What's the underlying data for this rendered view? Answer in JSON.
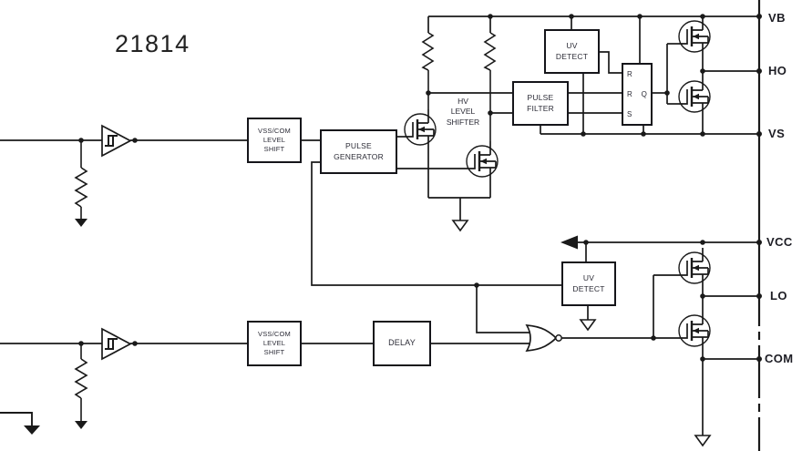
{
  "part_number": "21814",
  "colors": {
    "wire": "#1a1a1a",
    "text": "#2b2b36",
    "border": "#15151a",
    "background": "#ffffff"
  },
  "blocks": {
    "vss_com_top": "VSS/COM\nLEVEL\nSHIFT",
    "pulse_generator": "PULSE\nGENERATOR",
    "hv_level_shifter": "HV\nLEVEL\nSHIFTER",
    "uv_detect_high": "UV\nDETECT",
    "pulse_filter": "PULSE\nFILTER",
    "uv_detect_low": "UV\nDETECT",
    "delay": "DELAY",
    "vss_com_bottom": "VSS/COM\nLEVEL\nSHIFT"
  },
  "latch": {
    "inputs": [
      "R",
      "R",
      "S"
    ],
    "output": "Q"
  },
  "pins": [
    {
      "label": "VB"
    },
    {
      "label": "HO"
    },
    {
      "label": "VS"
    },
    {
      "label": "VCC"
    },
    {
      "label": "LO"
    },
    {
      "label": "COM"
    }
  ],
  "icons": {
    "ground_filled": "ground-arrow-filled",
    "ground_open": "ground-arrow-open",
    "vcc_feed_arrow": "left-arrow",
    "schmitt": "hysteresis-symbol"
  }
}
